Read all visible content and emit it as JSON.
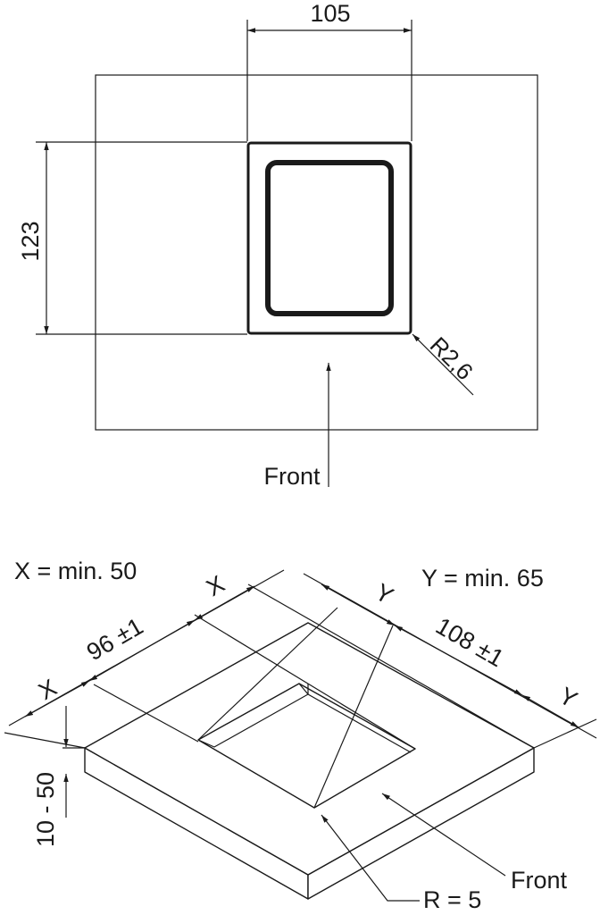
{
  "top_view": {
    "width_label": "105",
    "height_label": "123",
    "radius_label": "R2,6",
    "front_label": "Front"
  },
  "iso_view": {
    "x_rule": "X = min. 50",
    "y_rule": "Y = min. 65",
    "x_label": "X",
    "y_label": "Y",
    "width_label": "96 ±1",
    "depth_label": "108 ±1",
    "thickness_label": "10 - 50",
    "radius_label": "R = 5",
    "front_label": "Front"
  },
  "colors": {
    "ink": "#1a1a1a",
    "paper": "#ffffff"
  }
}
